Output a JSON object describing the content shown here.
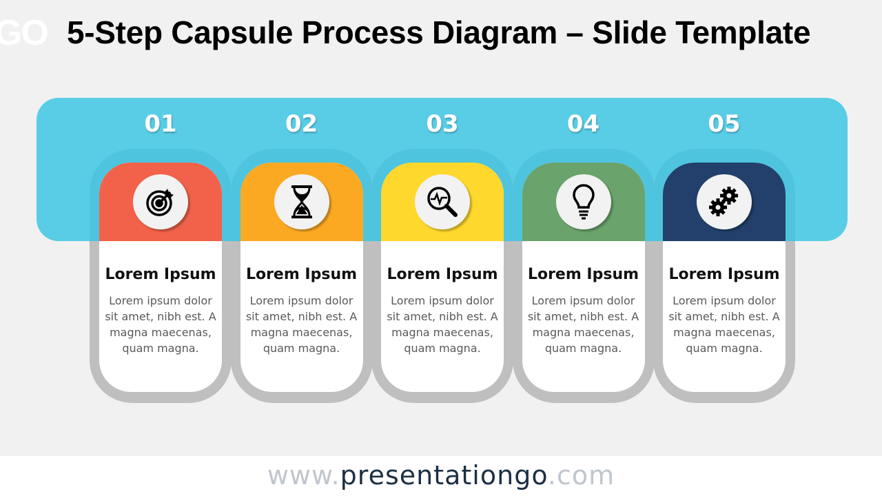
{
  "logo": "GO",
  "title": "5-Step Capsule Process Diagram – Slide Template",
  "colors": {
    "band": "#59cde6",
    "step1": "#f26149",
    "step2": "#fba922",
    "step3": "#fed82c",
    "step4": "#6aa36b",
    "step5": "#22406b"
  },
  "steps": [
    {
      "number": "01",
      "icon": "target-icon",
      "heading": "Lorem Ipsum",
      "text": "Lorem ipsum dolor sit amet, nibh est. A magna maecenas, quam magna."
    },
    {
      "number": "02",
      "icon": "hourglass-icon",
      "heading": "Lorem Ipsum",
      "text": "Lorem ipsum dolor sit amet, nibh est. A magna maecenas, quam magna."
    },
    {
      "number": "03",
      "icon": "magnifier-pulse-icon",
      "heading": "Lorem Ipsum",
      "text": "Lorem ipsum dolor sit amet, nibh est. A magna maecenas, quam magna."
    },
    {
      "number": "04",
      "icon": "lightbulb-icon",
      "heading": "Lorem Ipsum",
      "text": "Lorem ipsum dolor sit amet, nibh est. A magna maecenas, quam magna."
    },
    {
      "number": "05",
      "icon": "gears-icon",
      "heading": "Lorem Ipsum",
      "text": "Lorem ipsum dolor sit amet, nibh est. A magna maecenas, quam magna."
    }
  ],
  "footer": {
    "prefix": "www.",
    "brand": "presentationgo",
    "suffix": ".com"
  }
}
